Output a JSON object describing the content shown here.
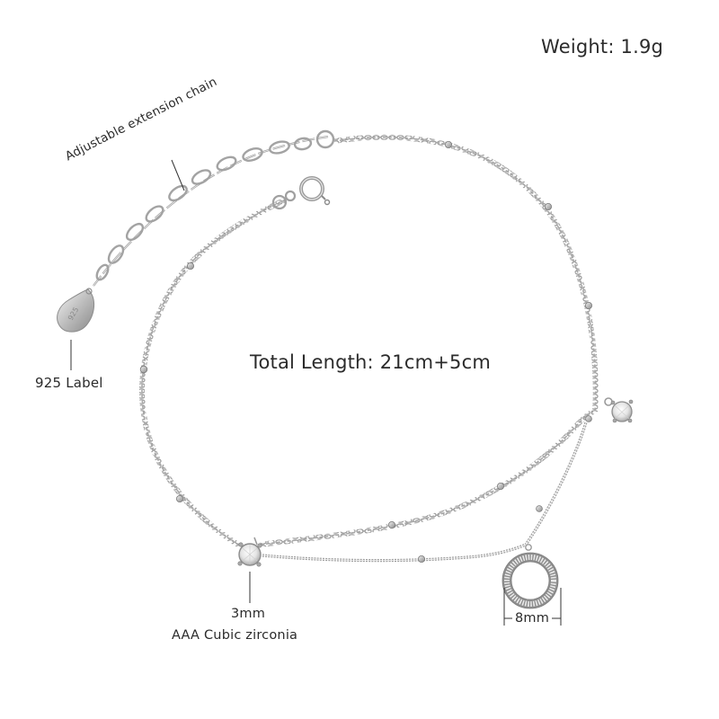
{
  "product": {
    "type": "double-layer sterling silver bracelet",
    "weight_label": "Weight: 1.9g",
    "total_length_label": "Total Length: 21cm+5cm",
    "callouts": {
      "extension_chain": "Adjustable extension chain",
      "tag": "925 Label",
      "tag_engraving": "925",
      "stone_size": "3mm",
      "stone_type": "AAA Cubic zirconia",
      "ring_size": "8mm"
    }
  },
  "colors": {
    "background": "#ffffff",
    "text": "#2b2b2b",
    "silver_light": "#e6e6e6",
    "silver_mid": "#b9b9b9",
    "silver_dark": "#7d7d7d",
    "leader_line": "#333333"
  }
}
